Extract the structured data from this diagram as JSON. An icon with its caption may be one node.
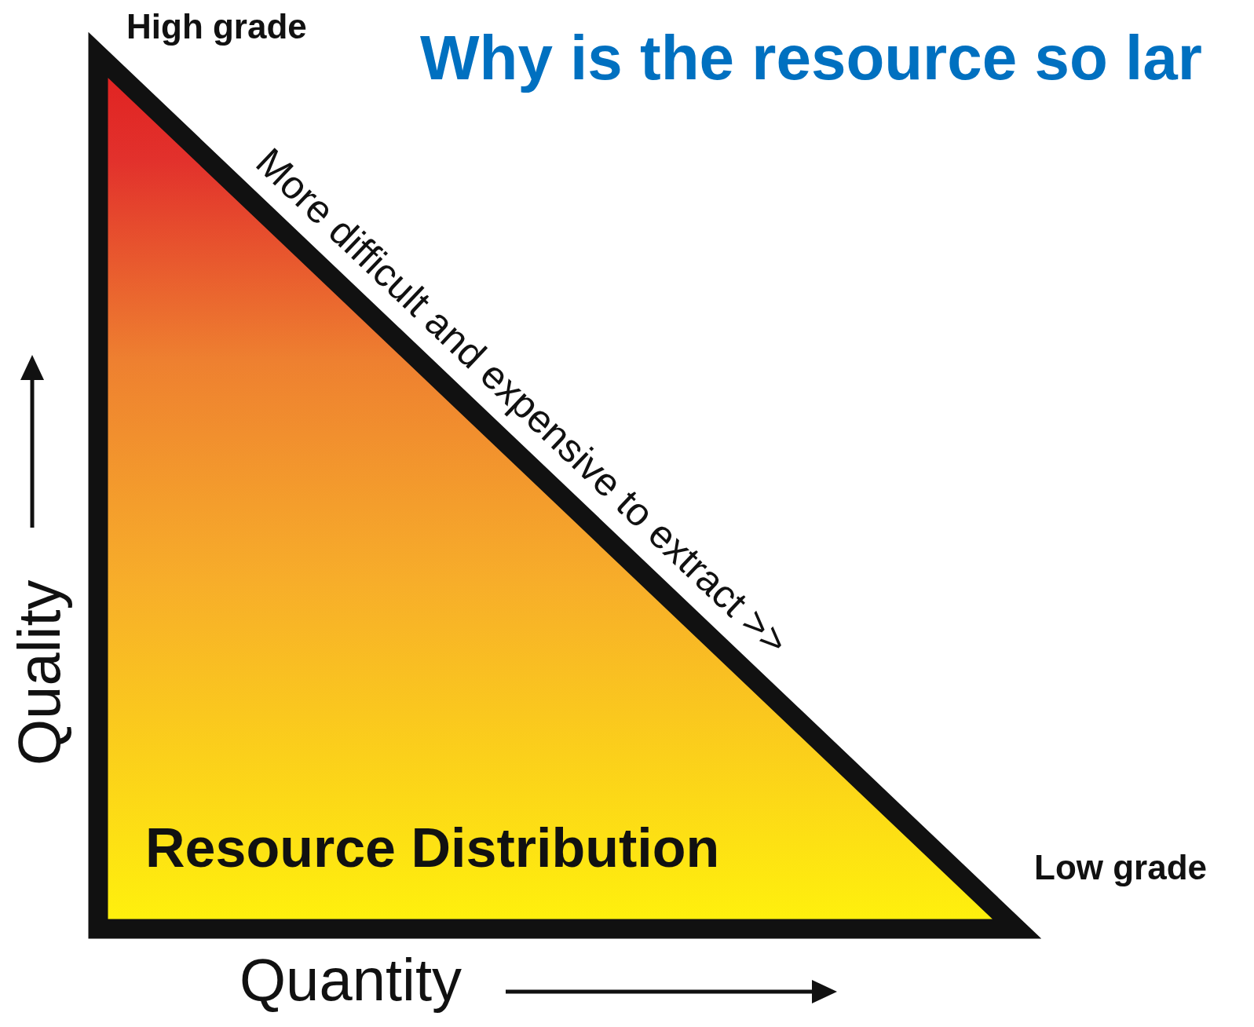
{
  "diagram": {
    "title": "Why is the resource so lar",
    "nodes": [
      {
        "text": [
          "Resource Distribution"
        ]
      }
    ],
    "edges": [],
    "labels": [
      "High grade",
      "More difficult and expensive to extract >>",
      "Low grade",
      "Quality",
      "Quantity"
    ]
  }
}
